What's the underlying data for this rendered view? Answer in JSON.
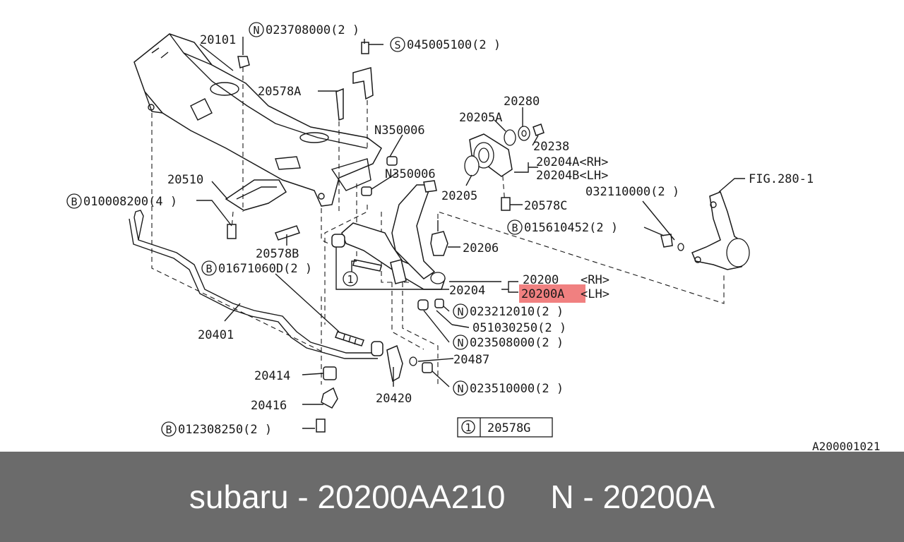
{
  "diagram": {
    "labels": {
      "p20101": "20101",
      "n023708000": "023708000(2 )",
      "s045005100": "045005100(2 )",
      "p20578A": "20578A",
      "n350006a": "N350006",
      "n350006b": "N350006",
      "p20510": "20510",
      "b010008200": "010008200(4 )",
      "p20578B": "20578B",
      "b01671060D": "01671060D(2 )",
      "p20401": "20401",
      "p20414": "20414",
      "p20416": "20416",
      "b012308250": "012308250(2 )",
      "p20420": "20420",
      "p20487": "20487",
      "n023510000": "023510000(2 )",
      "n023508000": "023508000(2 )",
      "p051030250": "051030250(2 )",
      "n023212010": "023212010(2 )",
      "p20204": "20204",
      "p20200": "20200",
      "rh1": "<RH>",
      "p20200A": "20200A",
      "lh1": "<LH>",
      "p20206": "20206",
      "b015610452": "015610452(2 )",
      "p20578C": "20578C",
      "p20205": "20205",
      "p20205A": "20205A",
      "p20280": "20280",
      "p20238": "20238",
      "p20204A": "20204A<RH>",
      "p20204B": "20204B<LH>",
      "fig": "FIG.280-1",
      "p032110000": "032110000(2 )",
      "ref_num": "1",
      "p20578G": "20578G",
      "code": "A200001021"
    },
    "badges": {
      "n": "N",
      "s": "S",
      "b": "B",
      "one": "1"
    },
    "highlight_color": "#f08080"
  },
  "footer": {
    "text": "subaru - 20200AA210     N - 20200A"
  }
}
